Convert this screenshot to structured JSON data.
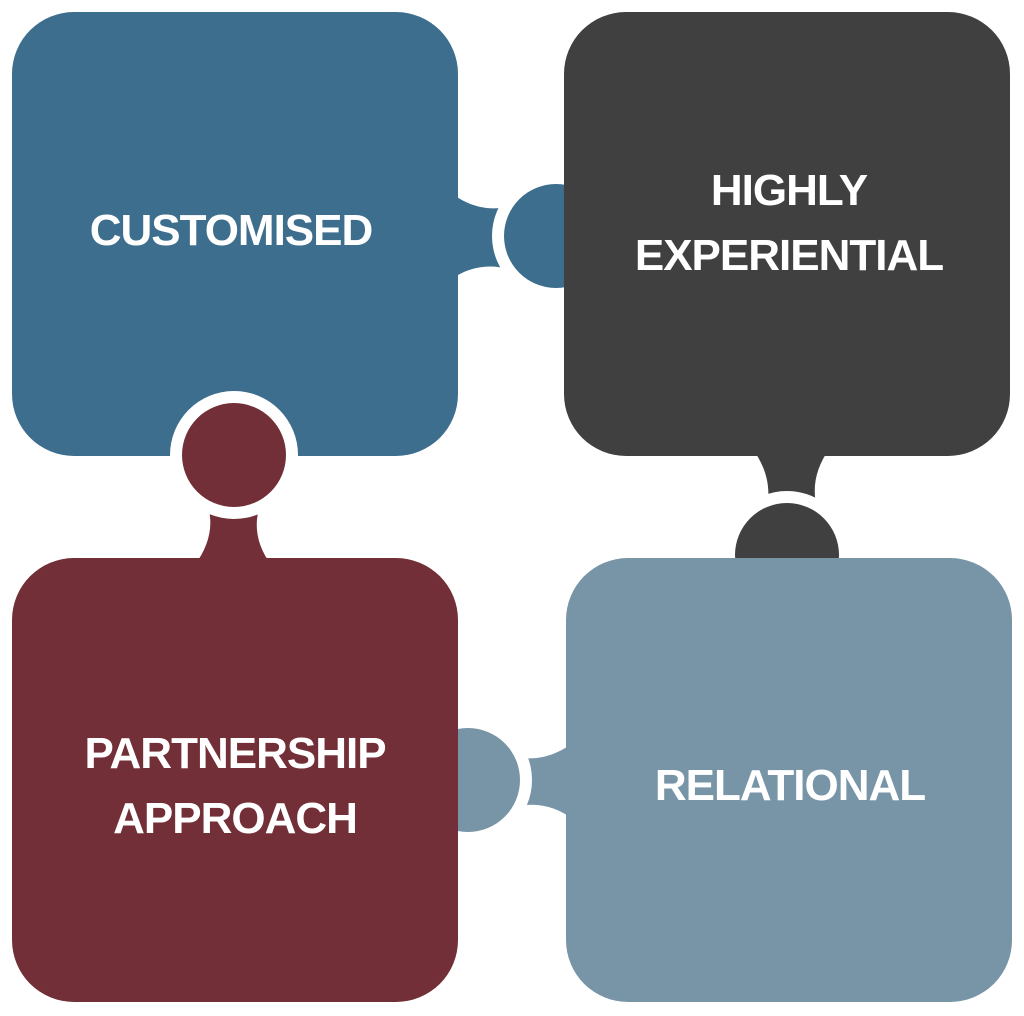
{
  "pieces": {
    "top_left": {
      "label": "CUSTOMISED",
      "color": "#3E6E8E"
    },
    "top_right": {
      "label_line1": "HIGHLY",
      "label_line2": "EXPERIENTIAL",
      "color": "#404040"
    },
    "bottom_left": {
      "label_line1": "PARTNERSHIP",
      "label_line2": "APPROACH",
      "color": "#722F37"
    },
    "bottom_right": {
      "label": "RELATIONAL",
      "color": "#7895A8"
    }
  },
  "colors": {
    "background": "#FFFFFF",
    "outline": "#FFFFFF"
  }
}
